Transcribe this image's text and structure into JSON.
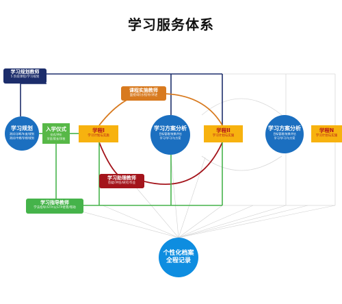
{
  "title": "学习服务体系",
  "colors": {
    "navy": "#1c2d6b",
    "orange": "#d87a1f",
    "red": "#a4141b",
    "green": "#45b34a",
    "blue": "#1b6fc0",
    "yellow": "#f7b20f"
  },
  "tags": {
    "planning_teacher": {
      "label": "学习规划教师",
      "sub": "5 阶段课程/学习规划"
    },
    "course_teacher": {
      "label": "课程实施教师",
      "sub": "面授/研讨/指导/评述"
    },
    "assistant_teacher": {
      "label": "学习助理教师",
      "sub": "答疑/评估/研究/作业"
    },
    "guidance_teacher": {
      "label": "学习指导教师",
      "sub": "学法指导/STP/以STP者需/帮助"
    }
  },
  "nodes": {
    "planning": {
      "label": "学习规划",
      "sub1": "测试/诊断/年度/规划",
      "sub2": "测试/中期/学期/规划"
    },
    "entrance": {
      "label": "入学仪式",
      "sub1": "仪式/评价",
      "sub2": "学员/家长/学校"
    },
    "course1": {
      "label": "学程I",
      "sub": "学习计划与实施"
    },
    "analysis1": {
      "label": "学习方案分析",
      "sub1": "目标管理/效果评估",
      "sub2": "学习/学习/与方案"
    },
    "course2": {
      "label": "学程II",
      "sub": "学习计划与实施"
    },
    "analysis2": {
      "label": "学习方案分析",
      "sub1": "目标管理/效果评估",
      "sub2": "学习/学习/与方案"
    },
    "courseN": {
      "label": "学程N",
      "sub": "学习计划与实施"
    },
    "archive": {
      "line1": "个性化档案",
      "line2": "全程记录"
    }
  }
}
